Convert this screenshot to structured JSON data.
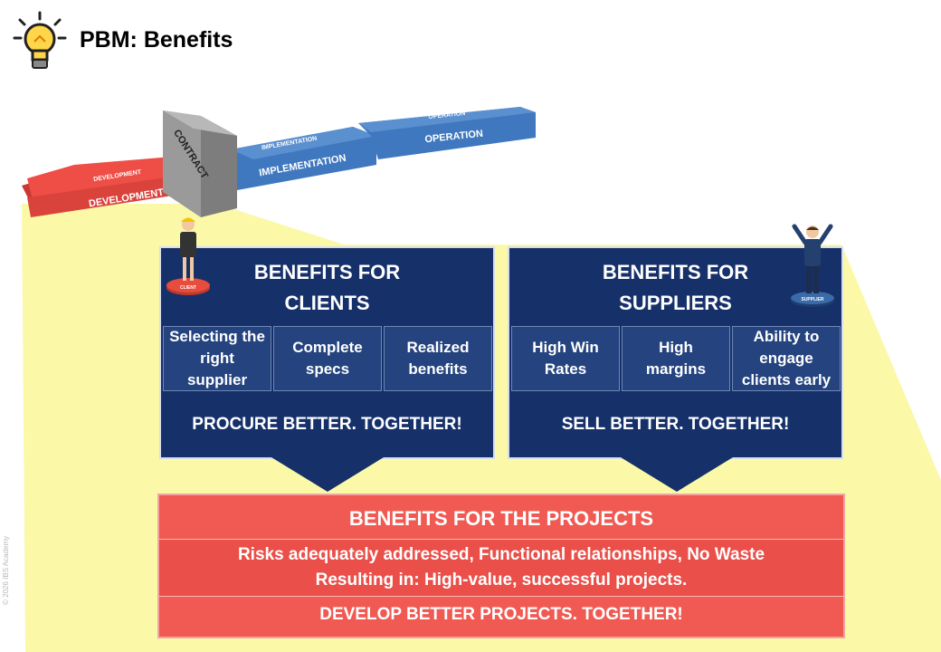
{
  "header": {
    "title": "PBM: Benefits",
    "icon": "lightbulb-icon"
  },
  "copyright": "© 2026 IBS Academy",
  "timeline": {
    "development": "DEVELOPMENT",
    "contract": "CONTRACT",
    "implementation": "IMPLEMENTATION",
    "operation": "OPERATION"
  },
  "clients": {
    "title_line1": "BENEFITS FOR",
    "title_line2": "CLIENTS",
    "badge": "CLIENT",
    "items": [
      {
        "line1": "Selecting the",
        "line2": "right",
        "line3": "supplier"
      },
      {
        "line1": "Complete",
        "line2": "specs"
      },
      {
        "line1": "Realized",
        "line2": "benefits"
      }
    ],
    "tagline": "PROCURE BETTER. TOGETHER!"
  },
  "suppliers": {
    "title_line1": "BENEFITS FOR",
    "title_line2": "SUPPLIERS",
    "badge": "SUPPLIER",
    "items": [
      {
        "line1": "High Win",
        "line2": "Rates"
      },
      {
        "line1": "High",
        "line2": "margins"
      },
      {
        "line1": "Ability to",
        "line2": "engage",
        "line3": "clients early"
      }
    ],
    "tagline": "SELL BETTER. TOGETHER!"
  },
  "projects": {
    "title": "BENEFITS FOR THE PROJECTS",
    "line1": "Risks adequately addressed, Functional relationships, No Waste",
    "line2": "Resulting in: High-value, successful projects.",
    "tagline": "DEVELOP BETTER PROJECTS. TOGETHER!"
  },
  "colors": {
    "navy": "#16306a",
    "coral": "#f05a53",
    "highlight": "#fbf9a8",
    "timeline_blue": "#3f78be",
    "timeline_red": "#ee4e46"
  }
}
